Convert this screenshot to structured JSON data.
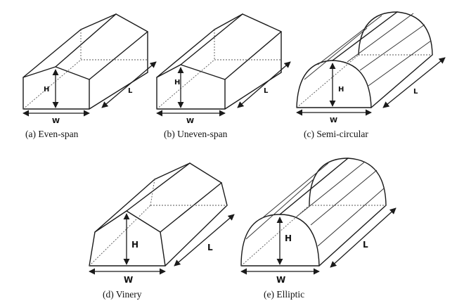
{
  "diagrams": [
    {
      "id": "a",
      "caption": "(a) Even-span",
      "height_label": "H",
      "width_label": "W",
      "length_label": "L"
    },
    {
      "id": "b",
      "caption": "(b) Uneven-span",
      "height_label": "H",
      "width_label": "W",
      "length_label": "L"
    },
    {
      "id": "c",
      "caption": "(c) Semi-circular",
      "height_label": "H",
      "width_label": "W",
      "length_label": "L"
    },
    {
      "id": "d",
      "caption": "(d) Vinery",
      "height_label": "H",
      "width_label": "W",
      "length_label": "L"
    },
    {
      "id": "e",
      "caption": "(e) Elliptic",
      "height_label": "H",
      "width_label": "W",
      "length_label": "L"
    }
  ]
}
